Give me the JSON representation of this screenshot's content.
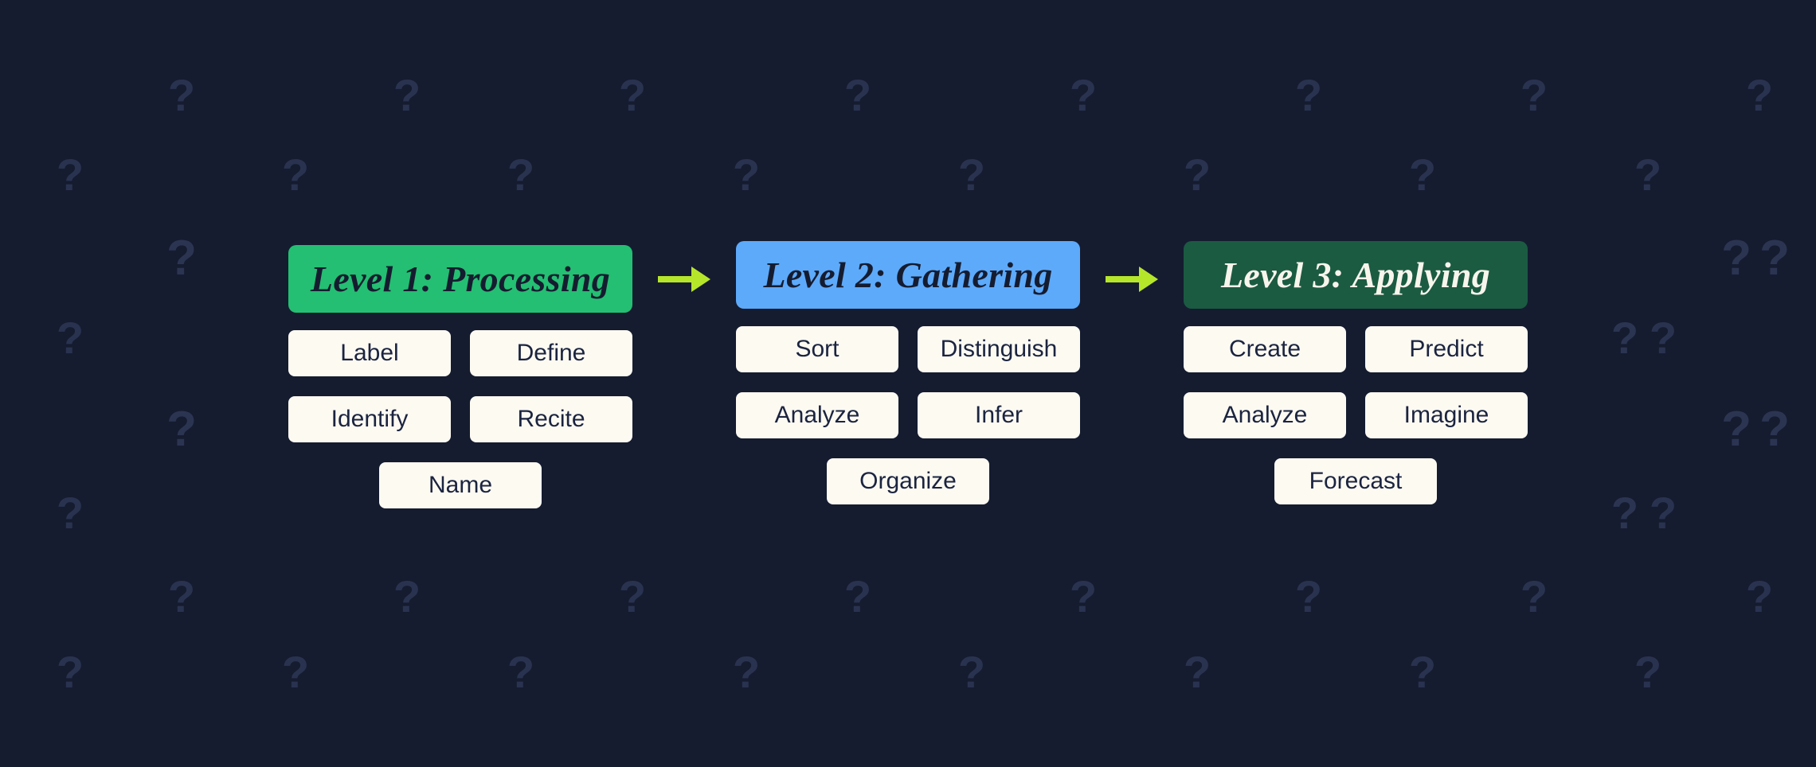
{
  "theme": {
    "background": "#151c30",
    "pattern_color": "#2b3552",
    "arrow_color": "#b6e62a",
    "chip_background": "#fdfaf2",
    "chip_text": "#1b2440",
    "level1_color": "#24bf72",
    "level2_color": "#5daafb",
    "level3_color": "#1b5b42",
    "level3_text": "#f8f5ec"
  },
  "background_pattern": {
    "glyph": "?",
    "name": "question-mark-pattern"
  },
  "diagram": {
    "name": "question-levels-diagram",
    "arrows": [
      {
        "label": "→",
        "name": "arrow-level1-to-level2"
      },
      {
        "label": "→",
        "name": "arrow-level2-to-level3"
      }
    ],
    "levels": [
      {
        "id": "level-1",
        "title": "Level 1: Processing",
        "accent": "#24bf72",
        "chips": [
          "Label",
          "Define",
          "Identify",
          "Recite",
          "Name"
        ]
      },
      {
        "id": "level-2",
        "title": "Level 2: Gathering",
        "accent": "#5daafb",
        "chips": [
          "Sort",
          "Distinguish",
          "Analyze",
          "Infer",
          "Organize"
        ]
      },
      {
        "id": "level-3",
        "title": "Level 3: Applying",
        "accent": "#1b5b42",
        "chips": [
          "Create",
          "Predict",
          "Analyze",
          "Imagine",
          "Forecast"
        ]
      }
    ]
  }
}
